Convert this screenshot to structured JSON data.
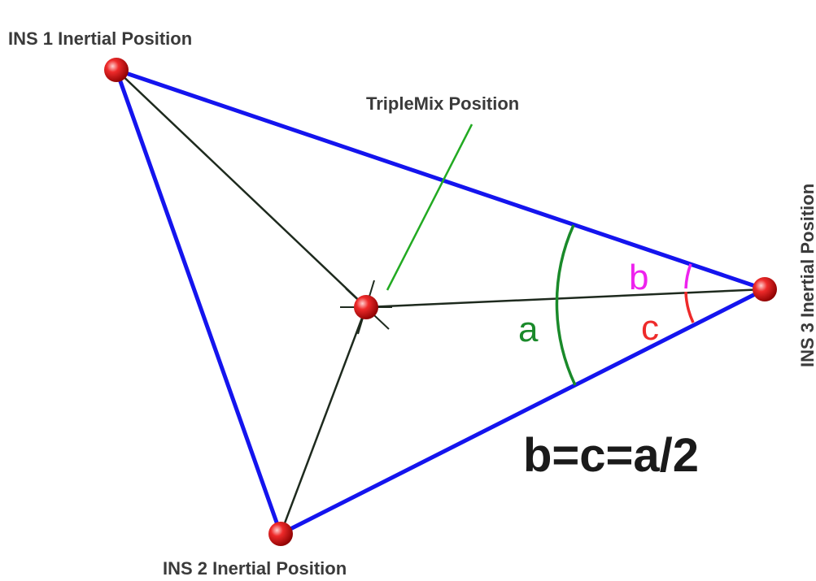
{
  "labels": {
    "ins1": "INS 1 Inertial Position",
    "ins2": "INS 2 Inertial Position",
    "ins3": "INS 3 Inertial Position",
    "triplemix": "TripleMix Position"
  },
  "angles": {
    "a": "a",
    "b": "b",
    "c": "c"
  },
  "formula": "b=c=a/2",
  "colors": {
    "triangle": "#1414ee",
    "bisector_lines": "#1e2a1e",
    "angle_a": "#1a8a2a",
    "angle_b": "#ee22ee",
    "angle_c": "#ee2a2a",
    "pointer_line": "#22aa22",
    "node": "#e01515",
    "text": "#3a3a3a"
  }
}
